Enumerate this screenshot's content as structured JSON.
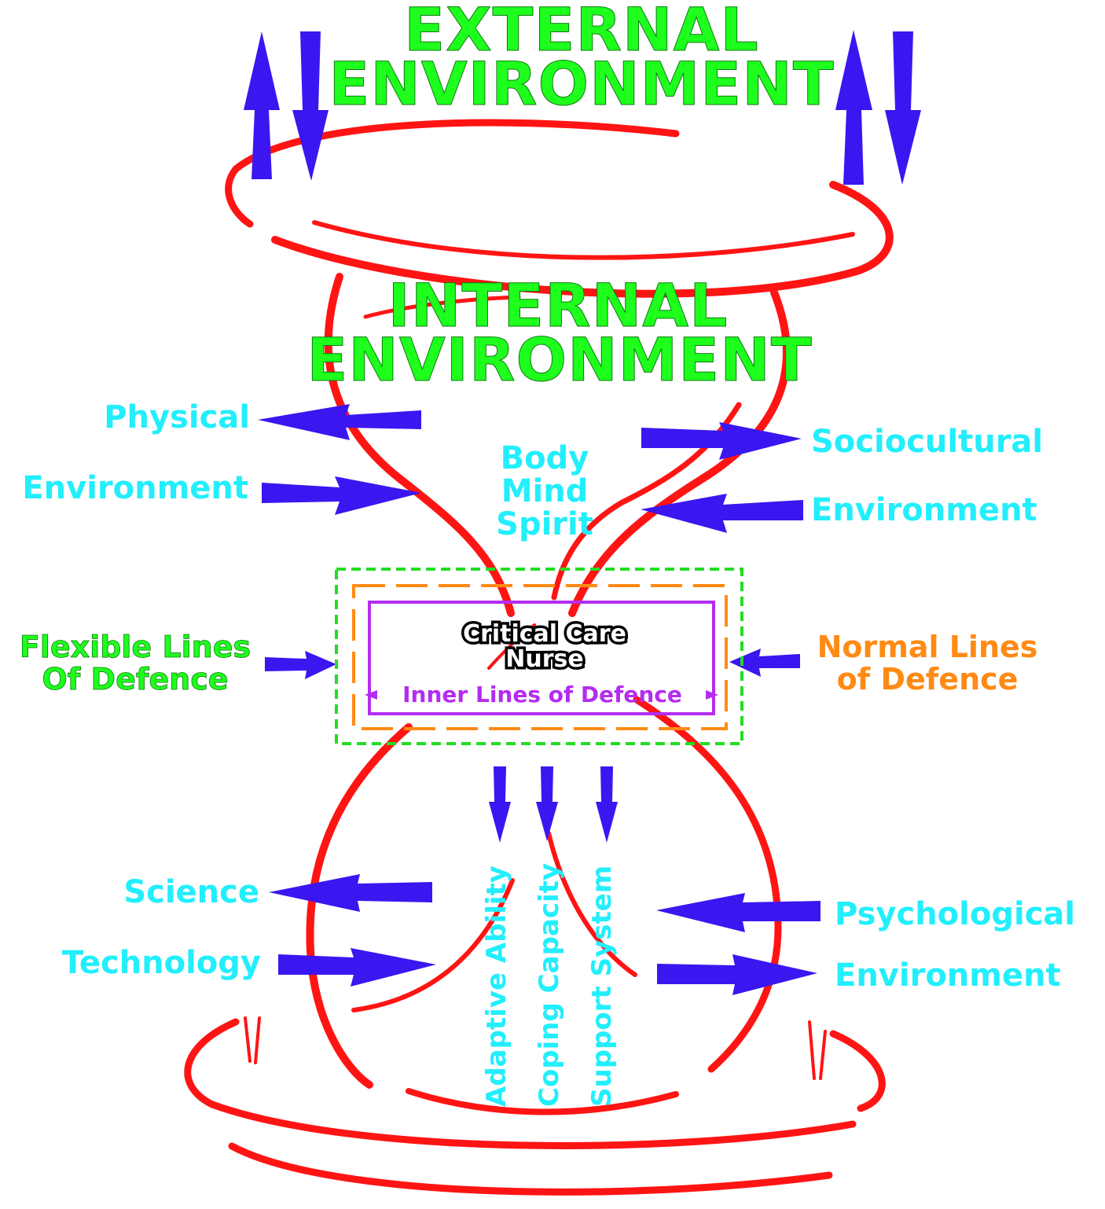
{
  "titles": {
    "external_line1": "EXTERNAL",
    "external_line2": "ENVIRONMENT",
    "internal_line1": "INTERNAL",
    "internal_line2": "ENVIRONMENT"
  },
  "left_labels": {
    "physical": "Physical",
    "environment_1": "Environment",
    "science": "Science",
    "technology": "Technology"
  },
  "right_labels": {
    "sociocultural": "Sociocultural",
    "environment_2": "Environment",
    "psychological": "Psychological",
    "environment_3": "Environment"
  },
  "center": {
    "body": "Body",
    "mind": "Mind",
    "spirit": "Spirit",
    "nurse_line1": "Critical Care",
    "nurse_line2": "Nurse",
    "inner_lines": "Inner Lines of Defence"
  },
  "defence": {
    "flexible_line1": "Flexible Lines",
    "flexible_line2": "Of Defence",
    "normal_line1": "Normal Lines",
    "normal_line2": "of Defence"
  },
  "vertical_labels": {
    "adaptive": "Adaptive Ability",
    "coping": "Coping Capacity",
    "support": "Support System"
  },
  "colors": {
    "title_green": "#1eff1e",
    "label_cyan": "#22eefc",
    "flow_red": "#ff1414",
    "arrow_blue": "#3b16f0",
    "flexible_green_dashed": "#22dd22",
    "normal_orange": "#ff8a14",
    "inner_purple": "#b42cf0"
  }
}
